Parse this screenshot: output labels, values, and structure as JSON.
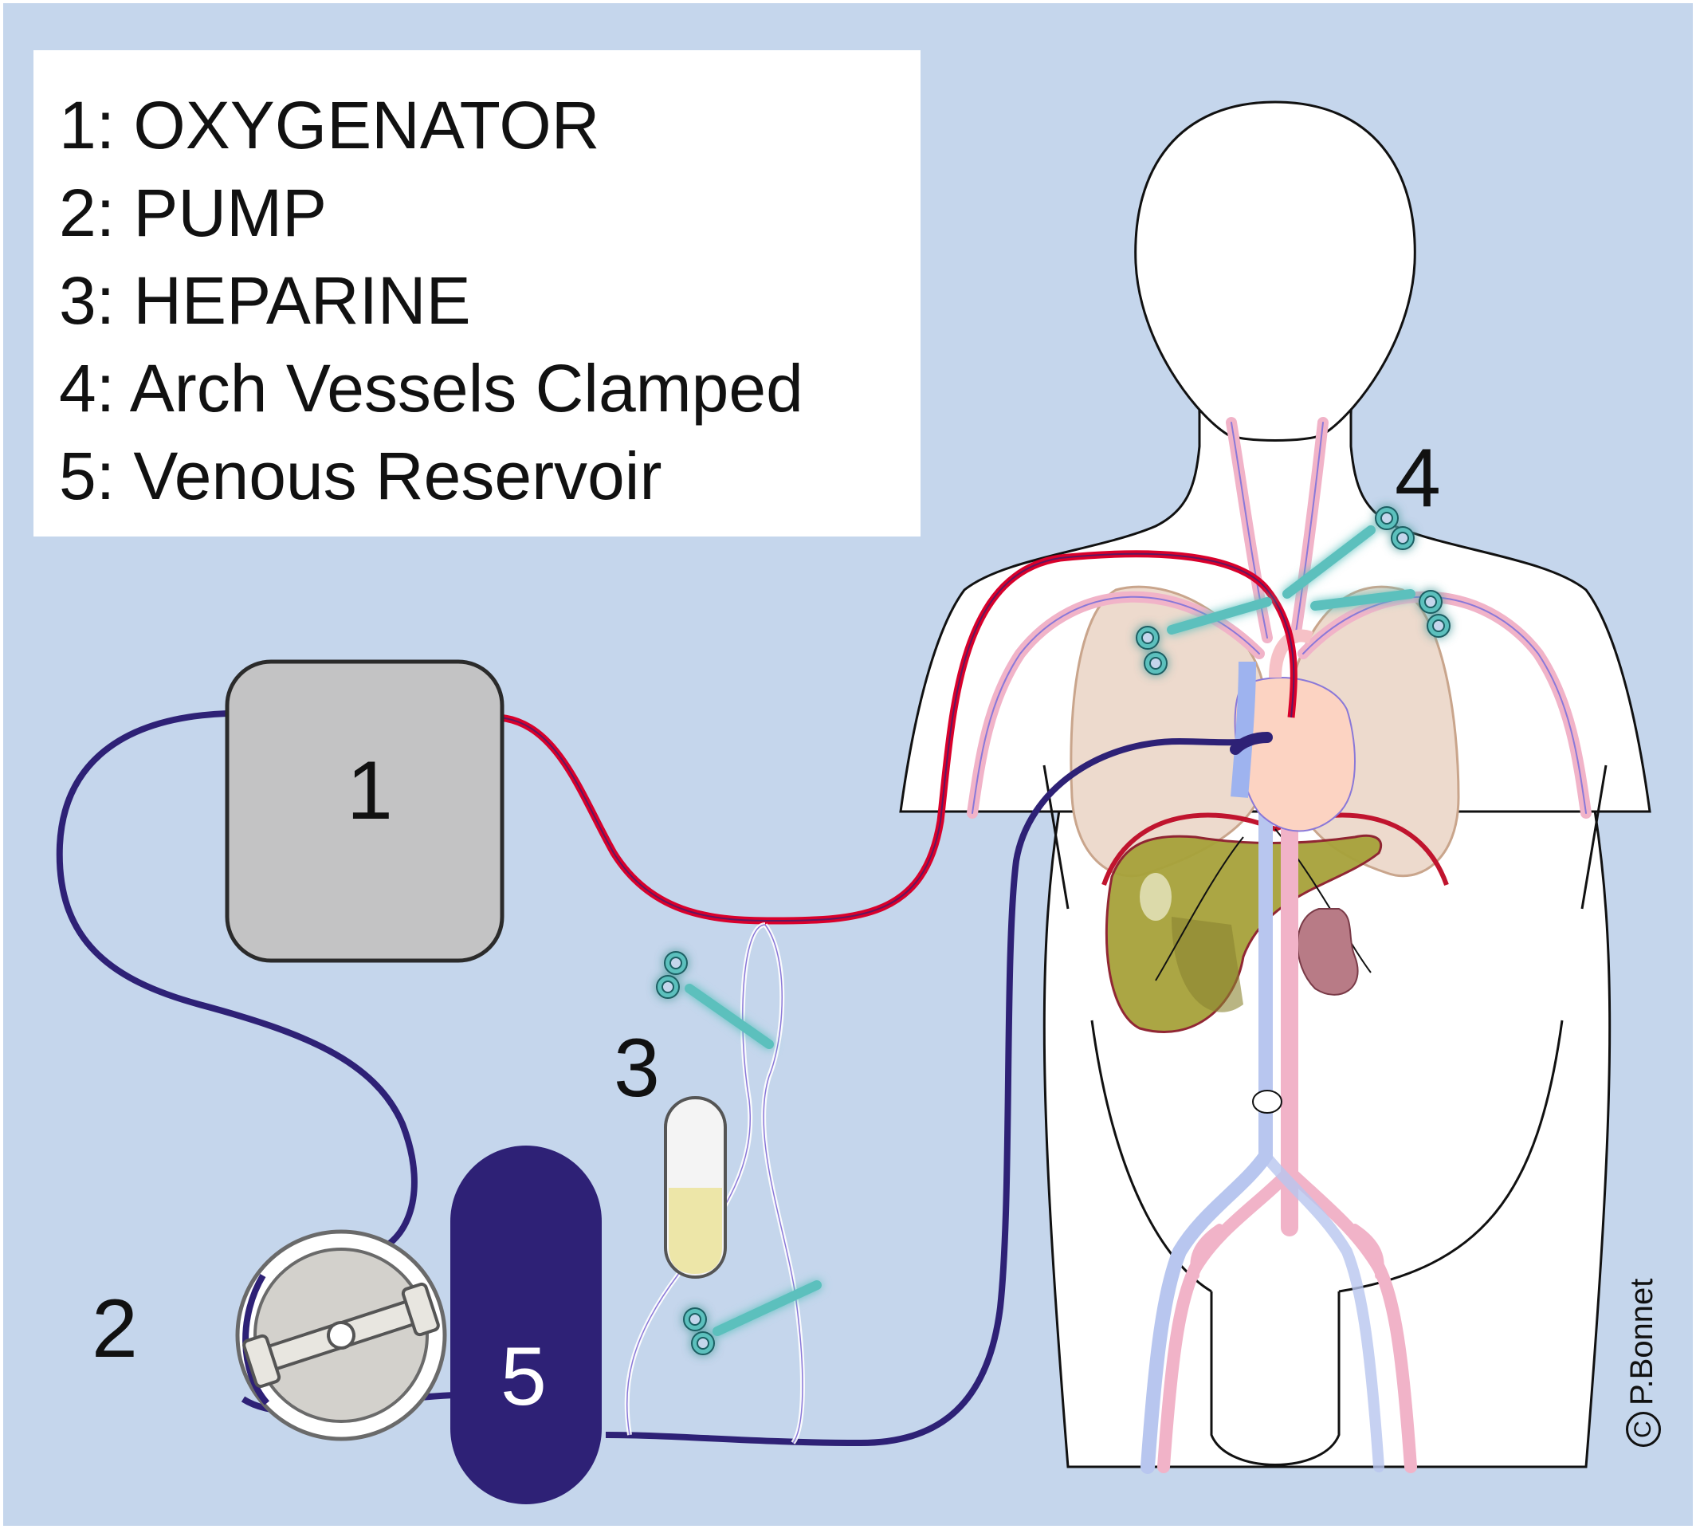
{
  "legend": {
    "items": [
      "1: OXYGENATOR",
      "2: PUMP",
      "3: HEPARINE",
      "4: Arch Vessels Clamped",
      "5: Venous Reservoir"
    ]
  },
  "labels": {
    "oxygenator": "1",
    "pump": "2",
    "heparine": "3",
    "clamps": "4",
    "reservoir": "5"
  },
  "credit": "P.Bonnet",
  "colors": {
    "background": "#c5d6ec",
    "arterial": "#d9002b",
    "venous": "#2e2176",
    "oxygenator": "#c3c3c4",
    "reservoir": "#2e2176",
    "clamp": "#5bc0bd",
    "liver": "#a7a23a",
    "lung": "#eddacd",
    "kidney": "#b87b86",
    "heparine_fluid": "#ede6a8"
  }
}
